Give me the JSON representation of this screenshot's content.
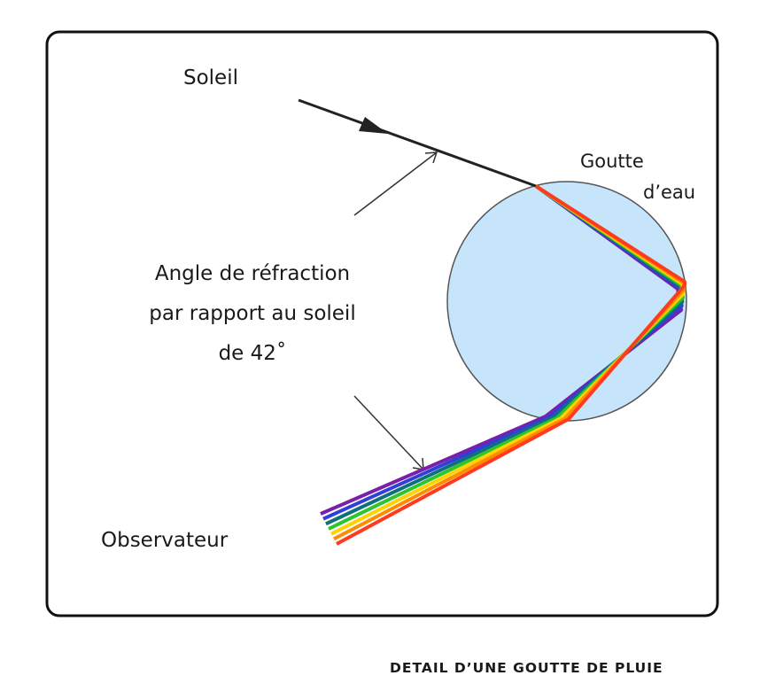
{
  "labels": {
    "sun": "Soleil",
    "drop_line1": "Goutte",
    "drop_line2": "d’eau",
    "angle_line1": "Angle de réfraction",
    "angle_line2": "par rapport au soleil",
    "angle_line3": "de 42˚",
    "observer": "Observateur"
  },
  "caption": "DETAIL D’UNE GOUTTE DE PLUIE",
  "colors": {
    "drop_fill": "#c6e4fa",
    "spectrum": [
      "#ff3b1f",
      "#ff8c00",
      "#ffd200",
      "#2fc42f",
      "#0f6f7a",
      "#2f3fd8",
      "#7a1fa8"
    ]
  }
}
